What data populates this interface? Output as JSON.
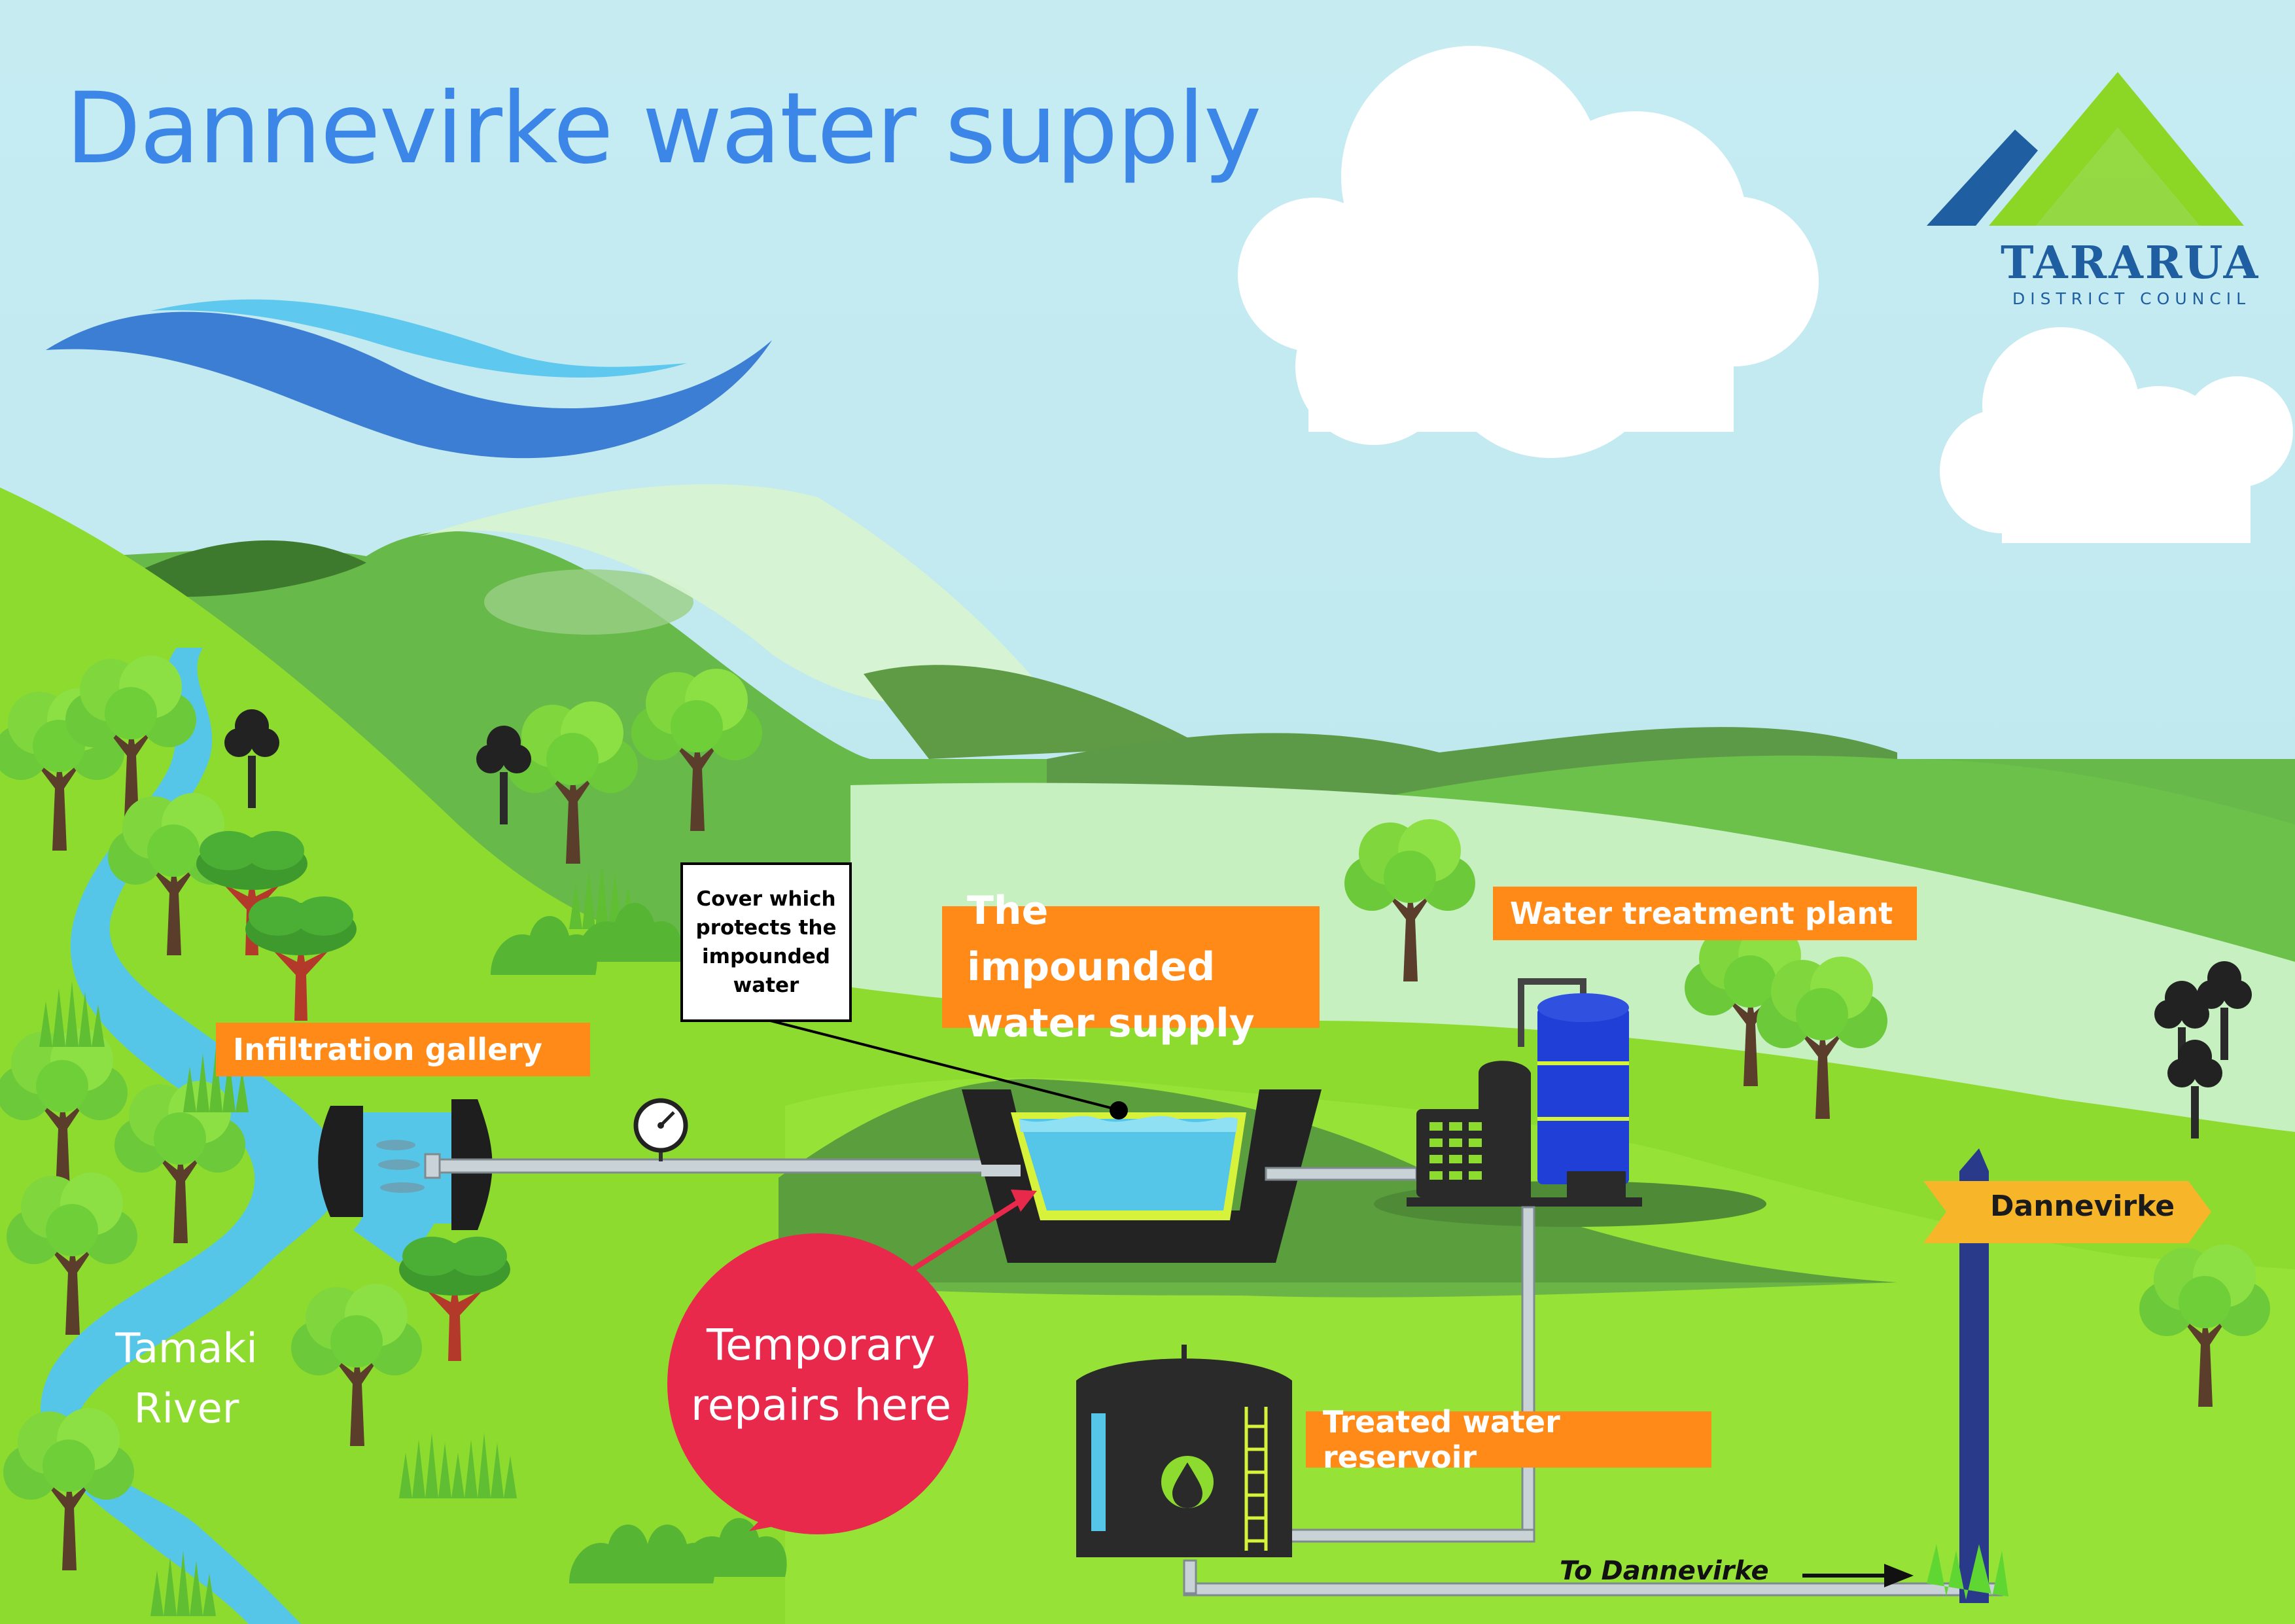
{
  "title": "Dannevirke water supply",
  "logo": {
    "name": "TARARUA",
    "subtitle": "DISTRICT COUNCIL",
    "colors": {
      "green": "#8cd625",
      "blue": "#1f5ea0"
    }
  },
  "labels": {
    "infiltration_gallery": "Infiltration gallery",
    "cover_note": "Cover which protects the impounded water",
    "impounded_supply": "The impounded water supply",
    "treatment_plant": "Water treatment plant",
    "reservoir": "Treated water reservoir",
    "river": "Tamaki River",
    "temporary_repairs": "Temporary repairs here",
    "sign": "Dannevirke",
    "to_town": "To Dannevirke"
  },
  "icons": [
    "wave-swoosh-icon",
    "pressure-gauge-icon",
    "water-drop-icon",
    "tree-icon",
    "cloud-icon",
    "arrow-icon"
  ],
  "colors": {
    "sky": "#bfe8ee",
    "grass": "#8ddb2f",
    "label_orange": "#ff8a17",
    "title_blue": "#3b86e6",
    "river": "#56c6e8",
    "callout_red": "#e8294c",
    "sign_yellow": "#f7b52a",
    "post_blue": "#2a3a8a"
  }
}
